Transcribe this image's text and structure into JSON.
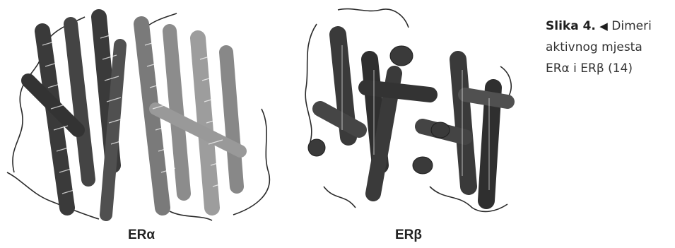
{
  "figure": {
    "panels": [
      {
        "label": "ERα"
      },
      {
        "label": "ERβ"
      }
    ],
    "caption": {
      "number": "Slika 4.",
      "arrow": "◀",
      "line1": "Dimeri",
      "line2": "aktivnog mjesta",
      "line3": "ERα i ERβ (14)"
    }
  },
  "colors": {
    "dark_helix": "#3a3a3a",
    "mid_helix": "#6e6e6e",
    "light_helix": "#9d9d9d",
    "loop": "#2a2a2a"
  }
}
